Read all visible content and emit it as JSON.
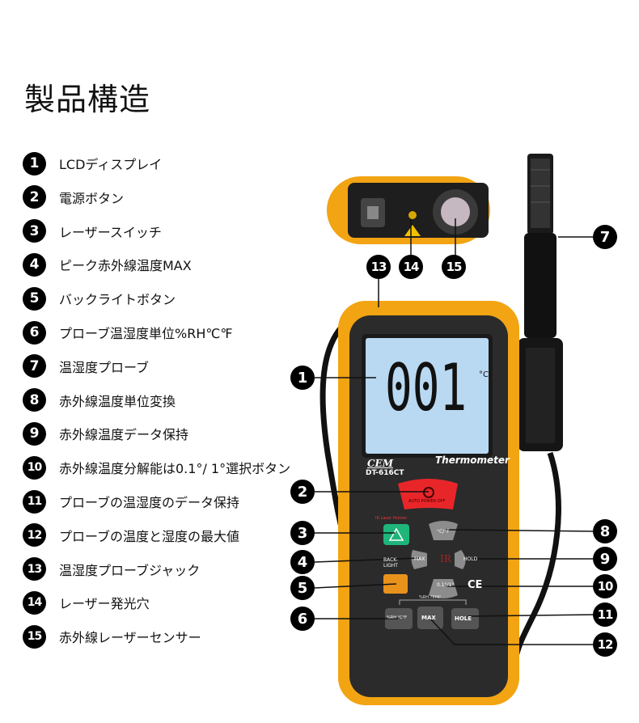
{
  "title": "製品構造",
  "items": [
    {
      "n": "1",
      "label": "LCDディスプレイ"
    },
    {
      "n": "2",
      "label": "電源ボタン"
    },
    {
      "n": "3",
      "label": "レーザースイッチ"
    },
    {
      "n": "4",
      "label": "ピーク赤外線温度MAX"
    },
    {
      "n": "5",
      "label": "バックライトボタン"
    },
    {
      "n": "6",
      "label": "プローブ温湿度単位%RH℃℉"
    },
    {
      "n": "7",
      "label": "温湿度プローブ"
    },
    {
      "n": "8",
      "label": "赤外線温度単位変換"
    },
    {
      "n": "9",
      "label": "赤外線温度データ保持"
    },
    {
      "n": "10",
      "label": "赤外線温度分解能は0.1°/ 1°選択ボタン"
    },
    {
      "n": "11",
      "label": "プローブの温湿度のデータ保持"
    },
    {
      "n": "12",
      "label": "プローブの温度と湿度の最大値"
    },
    {
      "n": "13",
      "label": "温湿度プローブジャック"
    },
    {
      "n": "14",
      "label": "レーザー発光穴"
    },
    {
      "n": "15",
      "label": "赤外線レーザーセンサー"
    }
  ],
  "device": {
    "display_value": "001",
    "display_unit": "°C",
    "brand": "CEM",
    "model": "DT-616CT",
    "product": "Thermometer",
    "power_label": "AUTO POWER OFF",
    "laser_label": "IR Laser Pointer",
    "unit_btn": "°C/°F",
    "max_btn": "MAX",
    "hold_btn": "HOLD",
    "ir_label": "IR",
    "res_btn": "0.1°/1°",
    "backlight_label": "BACK-LIGHT",
    "rh_group": "%RH.TEMP",
    "rh_unit_btn": "%RH °C°F",
    "rh_max_btn": "MAX",
    "rh_hold_btn": "HOLE",
    "ce": "CE",
    "colors": {
      "body": "#f2a413",
      "panel": "#2b2b2b",
      "lcd": "#b9d8f2",
      "power": "#e8262a",
      "laser": "#1fb57a",
      "backlight": "#e8921c"
    }
  }
}
